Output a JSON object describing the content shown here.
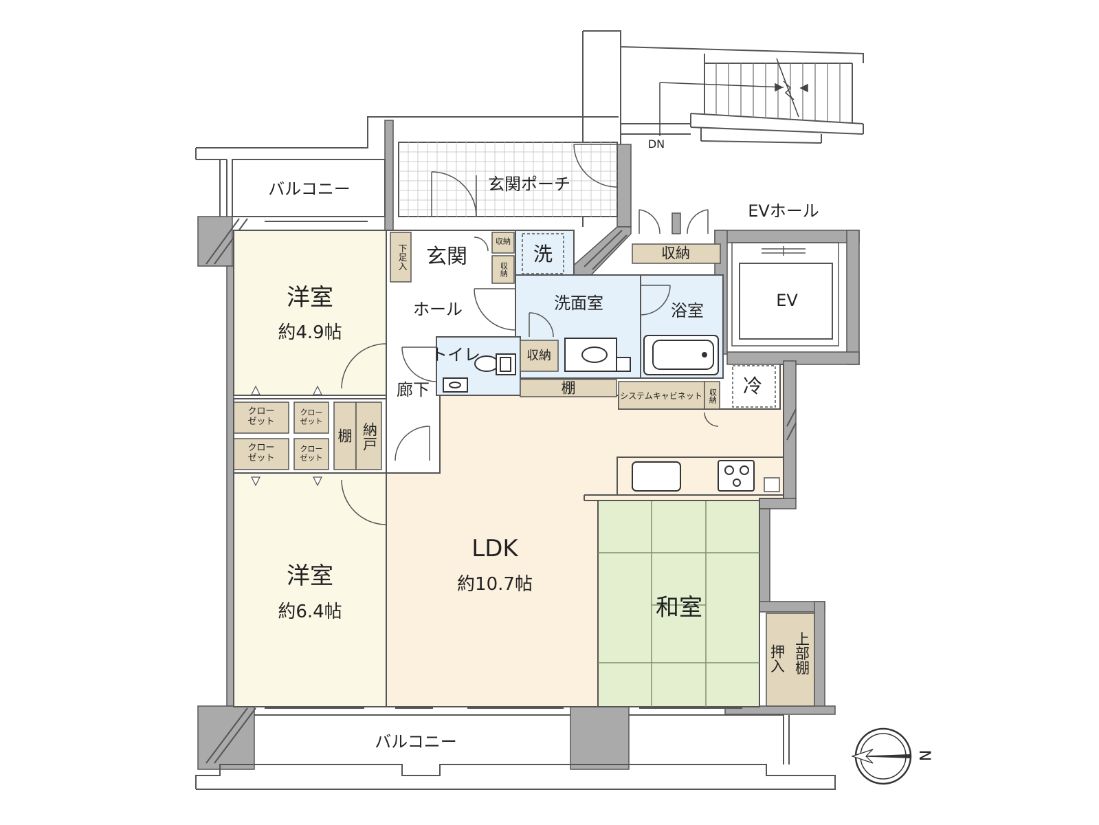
{
  "colors": {
    "wall": "#aaaaaa",
    "wall_edge": "#555555",
    "western_room": "#fbf8e6",
    "ldk": "#fcf0df",
    "wet_area": "#e4f0fa",
    "storage": "#e2d6bc",
    "tatami": "#e4efcf",
    "tatami_grid": "#7f8f6b"
  },
  "icons": [
    "compass-north-icon",
    "stair-break-icon",
    "door-swing-icon",
    "bathtub-icon",
    "toilet-icon",
    "wash-basin-icon",
    "kitchen-sink-icon",
    "stove-icon"
  ],
  "labels": {
    "balcony_top": "バルコニー",
    "entrance_porch": "玄関ポーチ",
    "dn": "DN",
    "ev_hall": "EVホール",
    "storage_ev_hall": "収納",
    "ev": "EV",
    "entrance": "玄関",
    "shoe_storage": "下足入",
    "storage_entrance_1": "収納",
    "storage_entrance_2": "収納",
    "washer": "洗",
    "hall": "ホール",
    "washroom": "洗面室",
    "bathroom": "浴室",
    "toilet": "トイレ",
    "storage_washroom": "収納",
    "shelf_corridor": "棚",
    "corridor": "廊下",
    "system_cabinet": "システムキャビネット",
    "storage_kitchen": "収納",
    "refrigerator": "冷",
    "western_room_1": "洋室",
    "western_room_1_size": "約4.9帖",
    "closet_1": "クローゼット",
    "closet_2": "クローゼット",
    "closet_3": "クローゼット",
    "closet_4": "クローゼット",
    "shelf_storeroom": "棚",
    "storeroom": "納戸",
    "ldk": "LDK",
    "ldk_size": "約10.7帖",
    "western_room_2": "洋室",
    "western_room_2_size": "約6.4帖",
    "japanese_room": "和室",
    "oshiire": "押入",
    "upper_shelf": "上部棚",
    "balcony_bottom": "バルコニー",
    "north": "N"
  }
}
